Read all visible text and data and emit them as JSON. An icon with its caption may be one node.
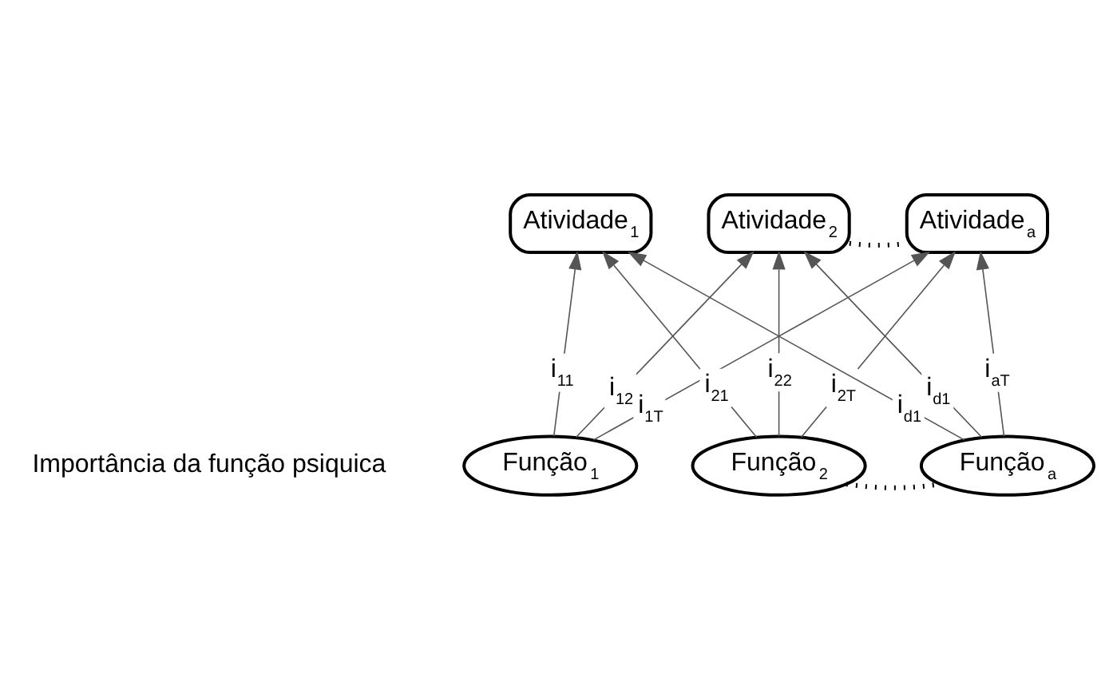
{
  "diagram": {
    "nodes": [
      {
        "text": [
          "Atividade$_{1}$"
        ]
      },
      {
        "text": [
          "Atividade$_{2}$"
        ]
      },
      {
        "text": [
          "Atividade$_{a}$"
        ]
      },
      {
        "text": [
          "Função$_{1}$"
        ]
      },
      {
        "text": [
          "Função$_{2}$"
        ]
      },
      {
        "text": [
          "Função$_{a}$"
        ]
      }
    ],
    "edges": [
      {
        "from": 3,
        "to": 0,
        "arrow": "to",
        "label": "i$_{11}$"
      },
      {
        "from": 3,
        "to": 1,
        "arrow": "to",
        "label": "i$_{12}$"
      },
      {
        "from": 3,
        "to": 2,
        "arrow": "to",
        "label": "i$_{1T}$"
      },
      {
        "from": 4,
        "to": 0,
        "arrow": "to",
        "label": "i$_{21}$"
      },
      {
        "from": 4,
        "to": 1,
        "arrow": "to",
        "label": "i$_{22}$"
      },
      {
        "from": 4,
        "to": 2,
        "arrow": "to",
        "label": "i$_{2T}$"
      },
      {
        "from": 5,
        "to": 0,
        "arrow": "to",
        "label": "i$_{d1}$"
      },
      {
        "from": 5,
        "to": 1,
        "arrow": "to",
        "label": "i$_{d1}$"
      },
      {
        "from": 5,
        "to": 2,
        "arrow": "to",
        "label": "i$_{aT}$"
      },
      {
        "from": 1,
        "to": 2,
        "arrow": "none",
        "style": "dashed"
      },
      {
        "from": 4,
        "to": 5,
        "arrow": "none",
        "style": "dashed"
      }
    ],
    "labels": [
      "Importância da função psiquica"
    ]
  }
}
